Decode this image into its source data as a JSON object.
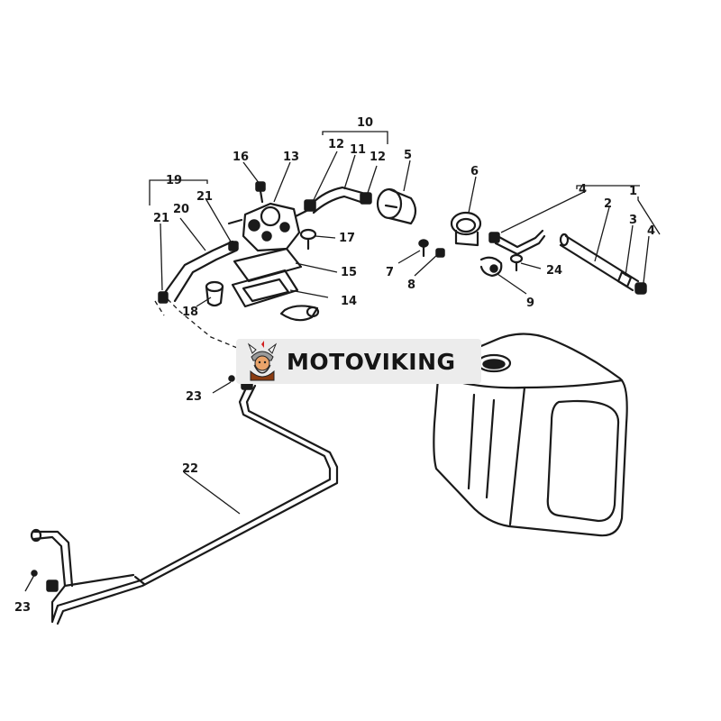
{
  "callouts": {
    "c1": "1",
    "c2": "2",
    "c3": "3",
    "c4a": "4",
    "c4b": "4",
    "c5": "5",
    "c6": "6",
    "c7": "7",
    "c8": "8",
    "c9": "9",
    "c10": "10",
    "c11": "11",
    "c12a": "12",
    "c12b": "12",
    "c13": "13",
    "c14": "14",
    "c15": "15",
    "c16": "16",
    "c17": "17",
    "c18": "18",
    "c19": "19",
    "c20": "20",
    "c21a": "21",
    "c21b": "21",
    "c22": "22",
    "c23a": "23",
    "c23b": "23",
    "c24": "24"
  },
  "watermark": {
    "text": "MOTOVIKING",
    "logo_icon": "viking-mascot-icon"
  }
}
